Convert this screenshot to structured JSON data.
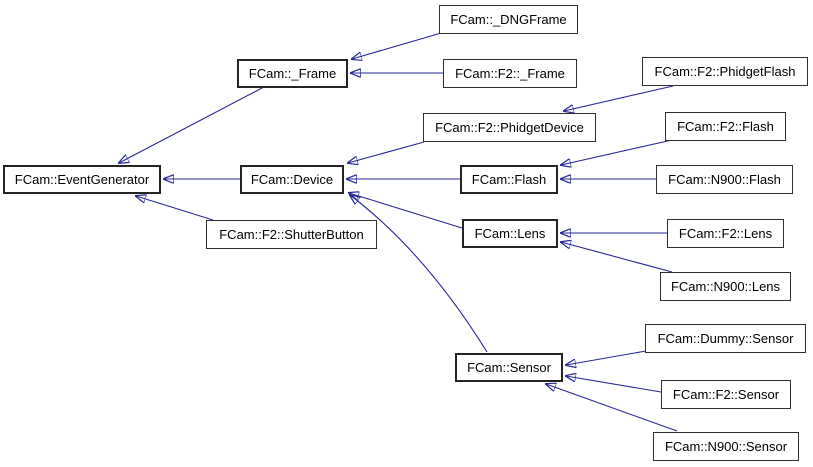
{
  "diagram": {
    "type": "class-inheritance-graph",
    "colors": {
      "edge": "#191970",
      "node_border": "#2f2f2f",
      "node_background": "#ffffff",
      "text": "#000000",
      "background": "#ffffff"
    },
    "nodes": [
      {
        "id": "fcam-eventgenerator",
        "label": "FCam::EventGenerator",
        "emphasis": true
      },
      {
        "id": "fcam-frame",
        "label": "FCam::_Frame",
        "emphasis": true
      },
      {
        "id": "fcam-dngframe",
        "label": "FCam::_DNGFrame",
        "emphasis": false
      },
      {
        "id": "fcam-f2-frame",
        "label": "FCam::F2::_Frame",
        "emphasis": false
      },
      {
        "id": "fcam-f2-phidgetflash",
        "label": "FCam::F2::PhidgetFlash",
        "emphasis": false
      },
      {
        "id": "fcam-f2-phidgetdevice",
        "label": "FCam::F2::PhidgetDevice",
        "emphasis": false
      },
      {
        "id": "fcam-f2-flash",
        "label": "FCam::F2::Flash",
        "emphasis": false
      },
      {
        "id": "fcam-device",
        "label": "FCam::Device",
        "emphasis": true
      },
      {
        "id": "fcam-flash",
        "label": "FCam::Flash",
        "emphasis": true
      },
      {
        "id": "fcam-n900-flash",
        "label": "FCam::N900::Flash",
        "emphasis": false
      },
      {
        "id": "fcam-f2-shutterbutton",
        "label": "FCam::F2::ShutterButton",
        "emphasis": false
      },
      {
        "id": "fcam-lens",
        "label": "FCam::Lens",
        "emphasis": true
      },
      {
        "id": "fcam-f2-lens",
        "label": "FCam::F2::Lens",
        "emphasis": false
      },
      {
        "id": "fcam-n900-lens",
        "label": "FCam::N900::Lens",
        "emphasis": false
      },
      {
        "id": "fcam-dummy-sensor",
        "label": "FCam::Dummy::Sensor",
        "emphasis": false
      },
      {
        "id": "fcam-sensor",
        "label": "FCam::Sensor",
        "emphasis": true
      },
      {
        "id": "fcam-f2-sensor",
        "label": "FCam::F2::Sensor",
        "emphasis": false
      },
      {
        "id": "fcam-n900-sensor",
        "label": "FCam::N900::Sensor",
        "emphasis": false
      }
    ],
    "edges": [
      {
        "from": "FCam::_DNGFrame",
        "to": "FCam::_Frame"
      },
      {
        "from": "FCam::F2::_Frame",
        "to": "FCam::_Frame"
      },
      {
        "from": "FCam::_Frame",
        "to": "FCam::EventGenerator"
      },
      {
        "from": "FCam::Device",
        "to": "FCam::EventGenerator"
      },
      {
        "from": "FCam::F2::ShutterButton",
        "to": "FCam::EventGenerator"
      },
      {
        "from": "FCam::F2::PhidgetFlash",
        "to": "FCam::F2::PhidgetDevice"
      },
      {
        "from": "FCam::F2::PhidgetDevice",
        "to": "FCam::Device"
      },
      {
        "from": "FCam::Flash",
        "to": "FCam::Device"
      },
      {
        "from": "FCam::Lens",
        "to": "FCam::Device"
      },
      {
        "from": "FCam::Sensor",
        "to": "FCam::Device"
      },
      {
        "from": "FCam::F2::Flash",
        "to": "FCam::Flash"
      },
      {
        "from": "FCam::N900::Flash",
        "to": "FCam::Flash"
      },
      {
        "from": "FCam::F2::Lens",
        "to": "FCam::Lens"
      },
      {
        "from": "FCam::N900::Lens",
        "to": "FCam::Lens"
      },
      {
        "from": "FCam::Dummy::Sensor",
        "to": "FCam::Sensor"
      },
      {
        "from": "FCam::F2::Sensor",
        "to": "FCam::Sensor"
      },
      {
        "from": "FCam::N900::Sensor",
        "to": "FCam::Sensor"
      }
    ]
  }
}
